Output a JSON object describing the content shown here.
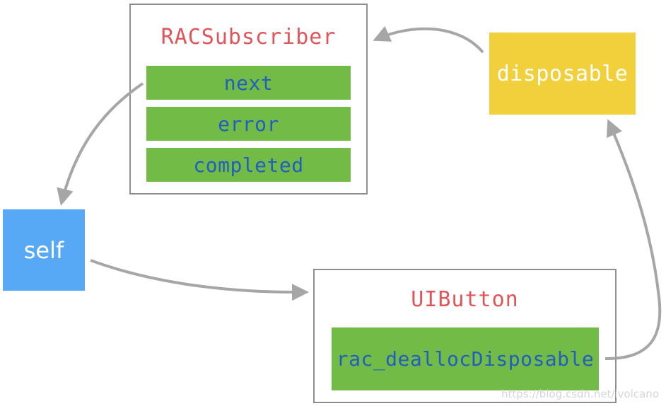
{
  "colors": {
    "box_border": "#8e8e8e",
    "title_text": "#e0555a",
    "row_fill": "#72bb46",
    "row_text": "#1f5fbf",
    "self_fill": "#58a9f5",
    "self_text": "#ffffff",
    "disposable_fill": "#f1d03c",
    "disposable_text": "#ffffff",
    "arrow": "#a6a6a6"
  },
  "subscriber": {
    "title": "RACSubscriber",
    "rows": [
      {
        "label": "next"
      },
      {
        "label": "error"
      },
      {
        "label": "completed"
      }
    ]
  },
  "self_node": {
    "label": "self"
  },
  "disposable_node": {
    "label": "disposable"
  },
  "button": {
    "title": "UIButton",
    "rows": [
      {
        "label": "rac_deallocDisposable"
      }
    ]
  },
  "watermark": "https://blog.csdn.net/ivolcano"
}
